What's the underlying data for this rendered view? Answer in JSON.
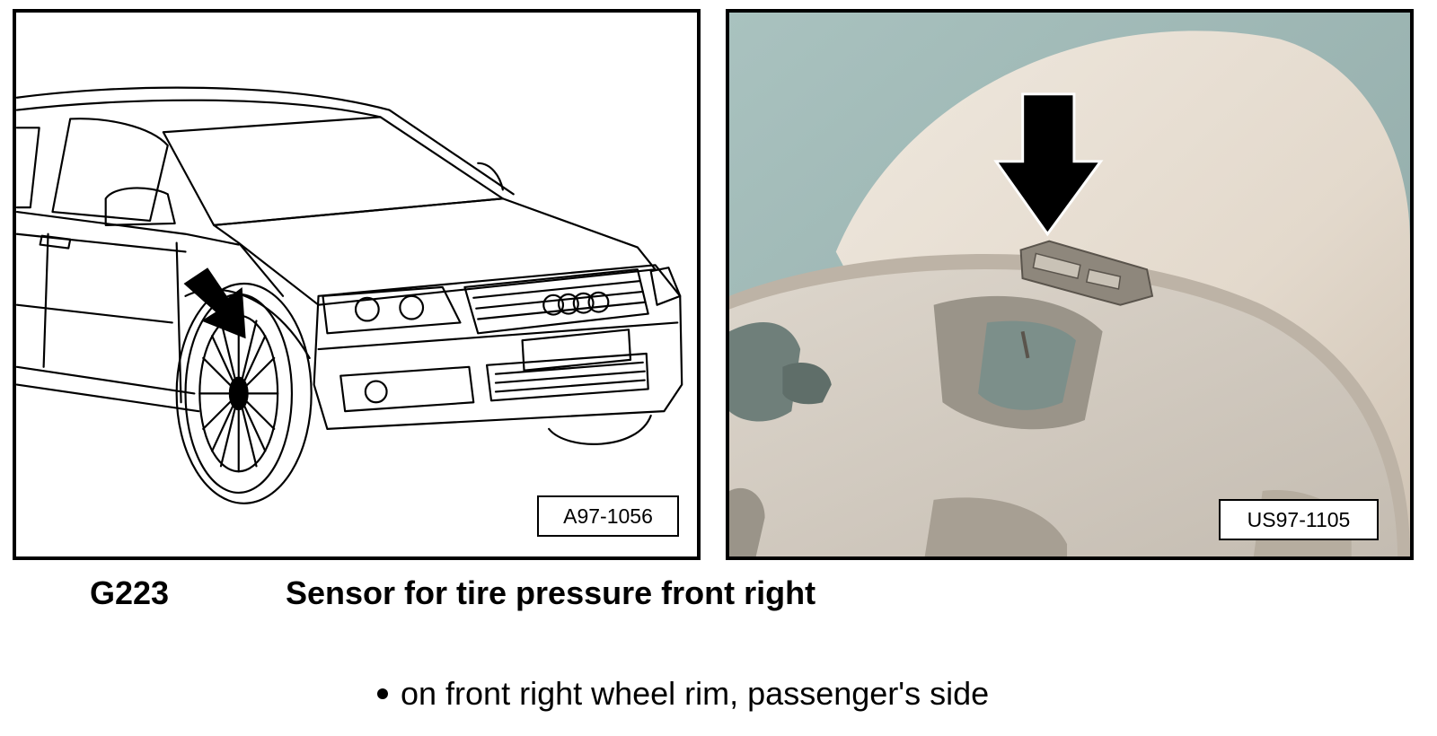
{
  "figures": [
    {
      "ref_id": "A97-1056",
      "icon": "car-front-line-drawing-with-arrow"
    },
    {
      "ref_id": "US97-1105",
      "icon": "wheel-rim-sensor-photo-with-arrow"
    }
  ],
  "caption": {
    "code": "G223",
    "title": "Sensor for tire pressure front right"
  },
  "notes": [
    "on front right wheel rim, passenger's side"
  ]
}
